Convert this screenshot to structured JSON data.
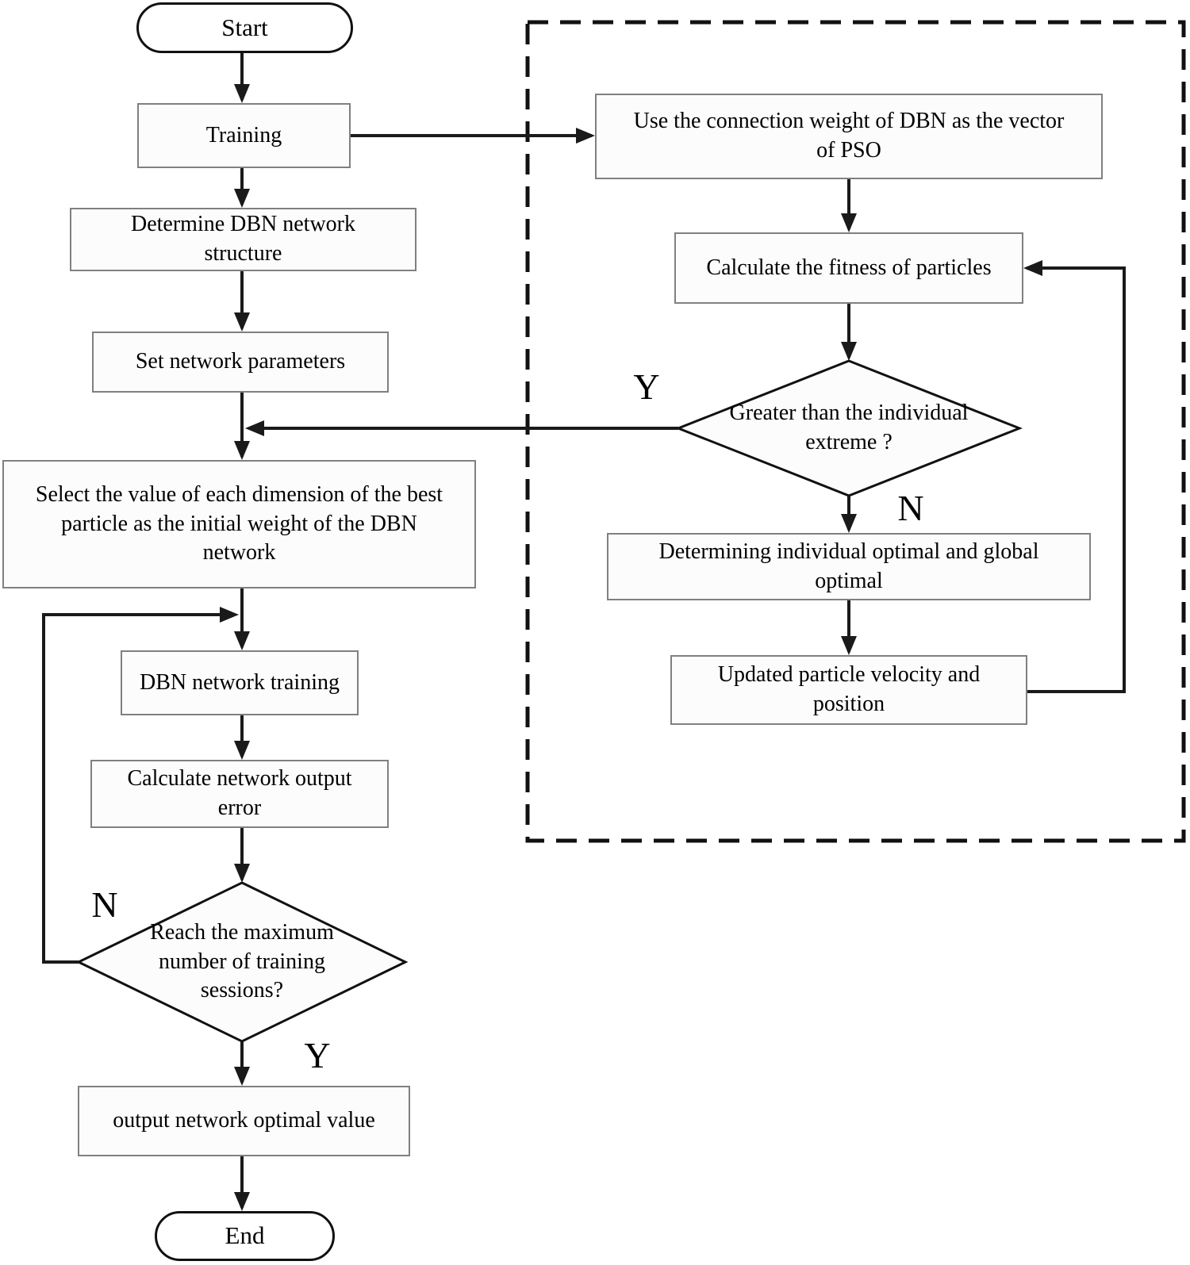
{
  "colors": {
    "background": "#ffffff",
    "line": "#1a1a1a",
    "box_border": "#808080",
    "box_fill": "#fcfcfc",
    "text": "#000000"
  },
  "flowchart": {
    "nodes": {
      "start": "Start",
      "training": "Training",
      "determine_structure": "Determine DBN network\nstructure",
      "set_parameters": "Set network parameters",
      "select_best_particle": "Select the value of each dimension of the best\nparticle as the initial weight of the DBN\nnetwork",
      "dbn_training": "DBN network training",
      "calc_output_error": "Calculate network output\nerror",
      "reach_max_sessions": "Reach the maximum\nnumber of training\nsessions?",
      "output_optimal": "output network optimal value",
      "end": "End",
      "use_connection_weight": "Use the connection weight of DBN as the vector\nof PSO",
      "calc_fitness": "Calculate the fitness of particles",
      "greater_than_extreme": "Greater than the individual\nextreme ?",
      "determine_optimal": "Determining individual optimal and global\noptimal",
      "update_velocity": "Updated particle velocity and\nposition"
    },
    "branch_labels": {
      "left_diamond_no": "N",
      "left_diamond_yes": "Y",
      "right_diamond_yes": "Y",
      "right_diamond_no": "N"
    }
  }
}
